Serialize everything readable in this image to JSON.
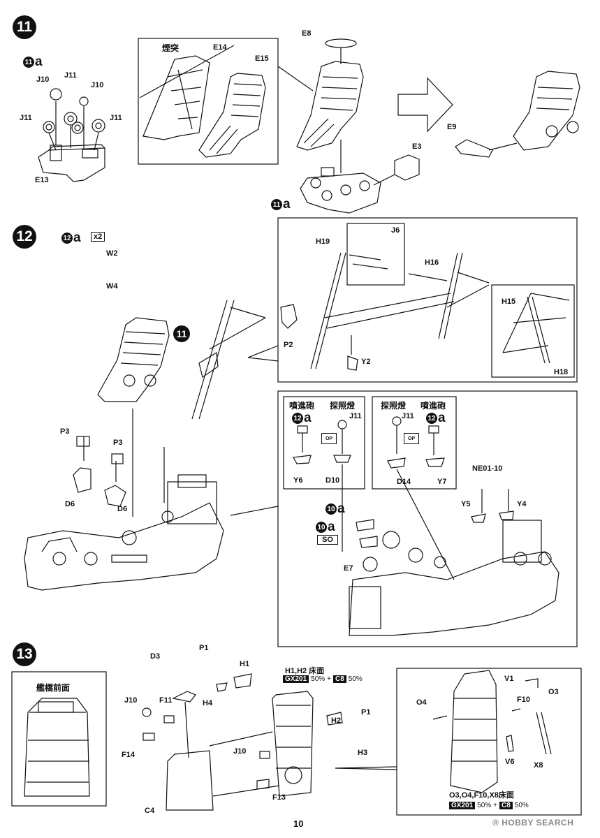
{
  "page": {
    "number": "10"
  },
  "watermark": {
    "text": "HOBBY SEARCH",
    "reg_symbol": "®"
  },
  "steps": [
    {
      "number": "11"
    },
    {
      "number": "12"
    },
    {
      "number": "13"
    }
  ],
  "step11": {
    "sub_number": "11",
    "sub_letter": "a",
    "detail_label": "煙突",
    "parts": [
      "J10",
      "J11",
      "J10",
      "J11",
      "J11",
      "E13",
      "E14",
      "E15",
      "E8",
      "E3",
      "E9"
    ],
    "sub_ref_number": "11",
    "sub_ref_letter": "a"
  },
  "step12": {
    "sub_number": "12",
    "sub_letter": "a",
    "qty": "x2",
    "parts_sub": [
      "W2",
      "W4"
    ],
    "ref_number": "11",
    "mast_parts": [
      "H19",
      "J6",
      "H16",
      "H15",
      "H18",
      "P2",
      "Y2"
    ],
    "left_parts": [
      "P3",
      "P3",
      "D6",
      "D6"
    ],
    "lamp_panel": {
      "left_titles": [
        "噴進砲",
        "探照燈"
      ],
      "right_titles": [
        "探照燈",
        "噴進砲"
      ],
      "op_text": "OP",
      "parts_left": [
        "J11",
        "Y6",
        "D10"
      ],
      "parts_right": [
        "J11",
        "D14",
        "Y7"
      ],
      "sub_number": "12",
      "sub_letter": "a"
    },
    "bottom_parts": [
      "NE01-10",
      "Y5",
      "Y4",
      "E7"
    ],
    "sub10_number": "10",
    "sub10_letter": "a",
    "so_label": "SO"
  },
  "step13": {
    "front_view_label": "艦橋前面",
    "parts": [
      "D3",
      "P1",
      "H1",
      "H4",
      "J10",
      "F11",
      "F14",
      "H2",
      "P1",
      "H3",
      "J10",
      "F13",
      "C4"
    ],
    "paint_label": "H1,H2 床面",
    "paint": {
      "gx": "GX201",
      "gx_pct": "50%",
      "plus": "+",
      "c": "C8",
      "c_pct": "50%"
    },
    "right_parts": [
      "V1",
      "O3",
      "O4",
      "F10",
      "V6",
      "X8"
    ],
    "right_paint_label": "O3,O4,F10,X8床面",
    "right_paint": {
      "gx": "GX201",
      "gx_pct": "50%",
      "plus": "+",
      "c": "C8",
      "c_pct": "50%"
    }
  }
}
